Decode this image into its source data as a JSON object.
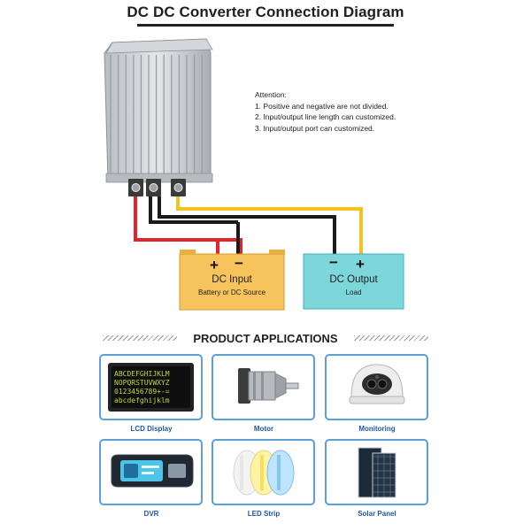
{
  "title": "DC DC Converter Connection Diagram",
  "attention": {
    "heading": "Attention:",
    "lines": [
      "1. Positive and negative are not divided.",
      "2. Input/output line length can customized.",
      "3. Input/output port can customized."
    ]
  },
  "dc_input": {
    "title": "DC Input",
    "subtitle": "Battery or DC Source",
    "plus": "+",
    "minus": "−"
  },
  "dc_output": {
    "title": "DC Output",
    "subtitle": "Load",
    "plus": "+",
    "minus": "−"
  },
  "applications": {
    "heading": "PRODUCT APPLICATIONS",
    "items": [
      {
        "label": "LCD Display",
        "icon": "lcd-display-icon"
      },
      {
        "label": "Motor",
        "icon": "motor-icon"
      },
      {
        "label": "Monitoring",
        "icon": "dome-camera-icon"
      },
      {
        "label": "DVR",
        "icon": "dvr-mirror-icon"
      },
      {
        "label": "LED Strip",
        "icon": "led-strip-icon"
      },
      {
        "label": "Solar Panel",
        "icon": "solar-panel-icon"
      }
    ]
  },
  "lcd_screen": {
    "rows": [
      "ABCDEFGHIJKLM",
      "NOPQRSTUVWXYZ",
      "0123456789+-=",
      "abcdefghijklm"
    ]
  },
  "colors": {
    "wire_positive": "#e2242f",
    "wire_negative": "#1a1a1a",
    "wire_output": "#f4c21e",
    "input_box": "#f7c35c",
    "output_box": "#7cd6da",
    "card_border": "#5b9fdc",
    "card_label": "#1f56a8"
  }
}
